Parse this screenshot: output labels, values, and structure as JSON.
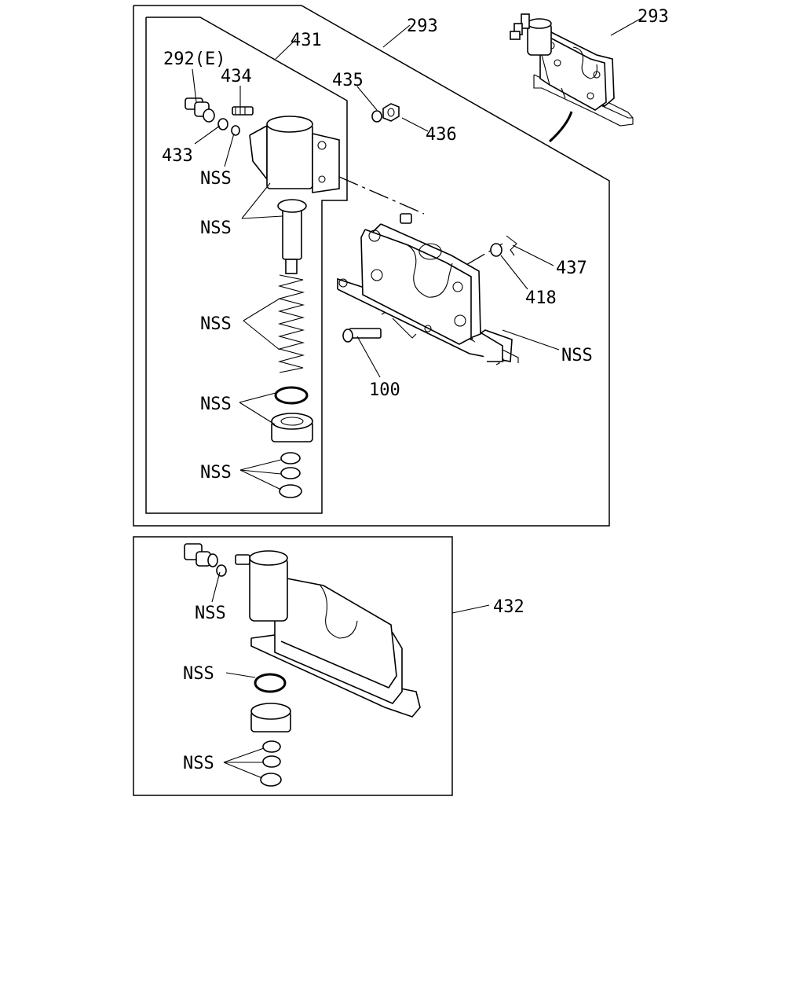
{
  "labels": {
    "l293_main": "293",
    "l293_inset": "293",
    "l431": "431",
    "l292e": "292(E)",
    "l434": "434",
    "l435": "435",
    "l436": "436",
    "l433": "433",
    "l437": "437",
    "l418": "418",
    "l100": "100",
    "l432": "432",
    "nss_433": "NSS",
    "nss_plunger": "NSS",
    "nss_spring": "NSS",
    "nss_ring": "NSS",
    "nss_seals": "NSS",
    "nss_bracket": "NSS",
    "nss_432_top": "NSS",
    "nss_432_ring": "NSS",
    "nss_432_seals": "NSS"
  }
}
